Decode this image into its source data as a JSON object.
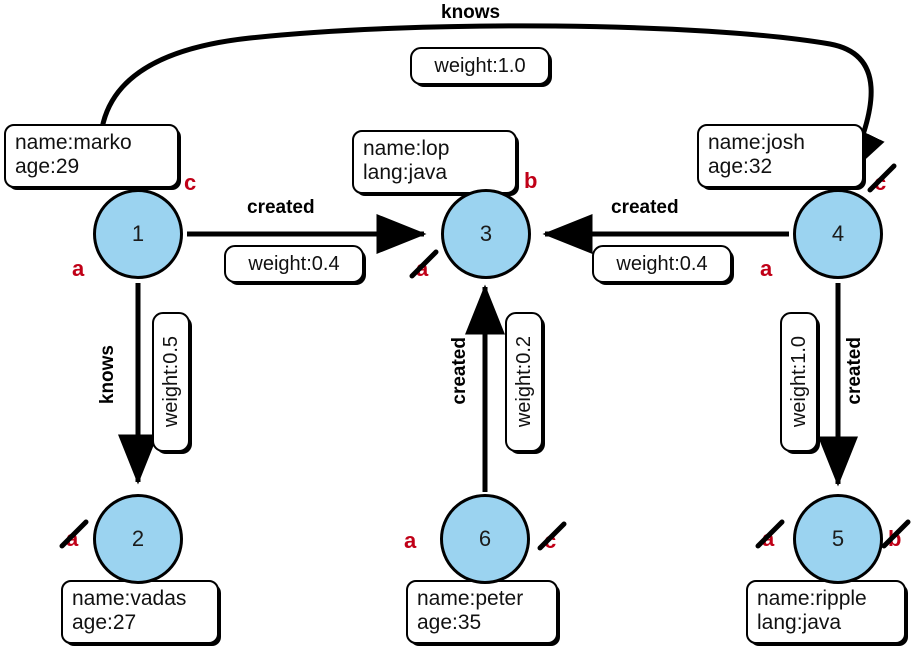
{
  "diagram": {
    "title": "tinkerpop-modern-graph",
    "node_fill": "#9BD3F0",
    "annotation_color": "#C00017",
    "nodes": [
      {
        "id": "1",
        "label": "1",
        "name_line": "name:marko",
        "detail_line": "age:29"
      },
      {
        "id": "2",
        "label": "2",
        "name_line": "name:vadas",
        "detail_line": "age:27"
      },
      {
        "id": "3",
        "label": "3",
        "name_line": "name:lop",
        "detail_line": "lang:java"
      },
      {
        "id": "4",
        "label": "4",
        "name_line": "name:josh",
        "detail_line": "age:32"
      },
      {
        "id": "5",
        "label": "5",
        "name_line": "name:ripple",
        "detail_line": "lang:java"
      },
      {
        "id": "6",
        "label": "6",
        "name_line": "name:peter",
        "detail_line": "age:35"
      }
    ],
    "edges": [
      {
        "from": "1",
        "to": "4",
        "label": "knows",
        "weight": "weight:1.0"
      },
      {
        "from": "1",
        "to": "3",
        "label": "created",
        "weight": "weight:0.4"
      },
      {
        "from": "1",
        "to": "2",
        "label": "knows",
        "weight": "weight:0.5"
      },
      {
        "from": "4",
        "to": "3",
        "label": "created",
        "weight": "weight:0.4"
      },
      {
        "from": "6",
        "to": "3",
        "label": "created",
        "weight": "weight:0.2"
      },
      {
        "from": "4",
        "to": "5",
        "label": "created",
        "weight": "weight:1.0"
      }
    ],
    "annotations": [
      {
        "node": "1",
        "letter": "a",
        "struck": false
      },
      {
        "node": "1",
        "letter": "c",
        "struck": false
      },
      {
        "node": "2",
        "letter": "a",
        "struck": true
      },
      {
        "node": "3",
        "letter": "a",
        "struck": true
      },
      {
        "node": "3",
        "letter": "b",
        "struck": false
      },
      {
        "node": "4",
        "letter": "a",
        "struck": false
      },
      {
        "node": "4",
        "letter": "c",
        "struck": true
      },
      {
        "node": "5",
        "letter": "a",
        "struck": true
      },
      {
        "node": "5",
        "letter": "b",
        "struck": true
      },
      {
        "node": "6",
        "letter": "a",
        "struck": false
      },
      {
        "node": "6",
        "letter": "c",
        "struck": true
      }
    ]
  }
}
